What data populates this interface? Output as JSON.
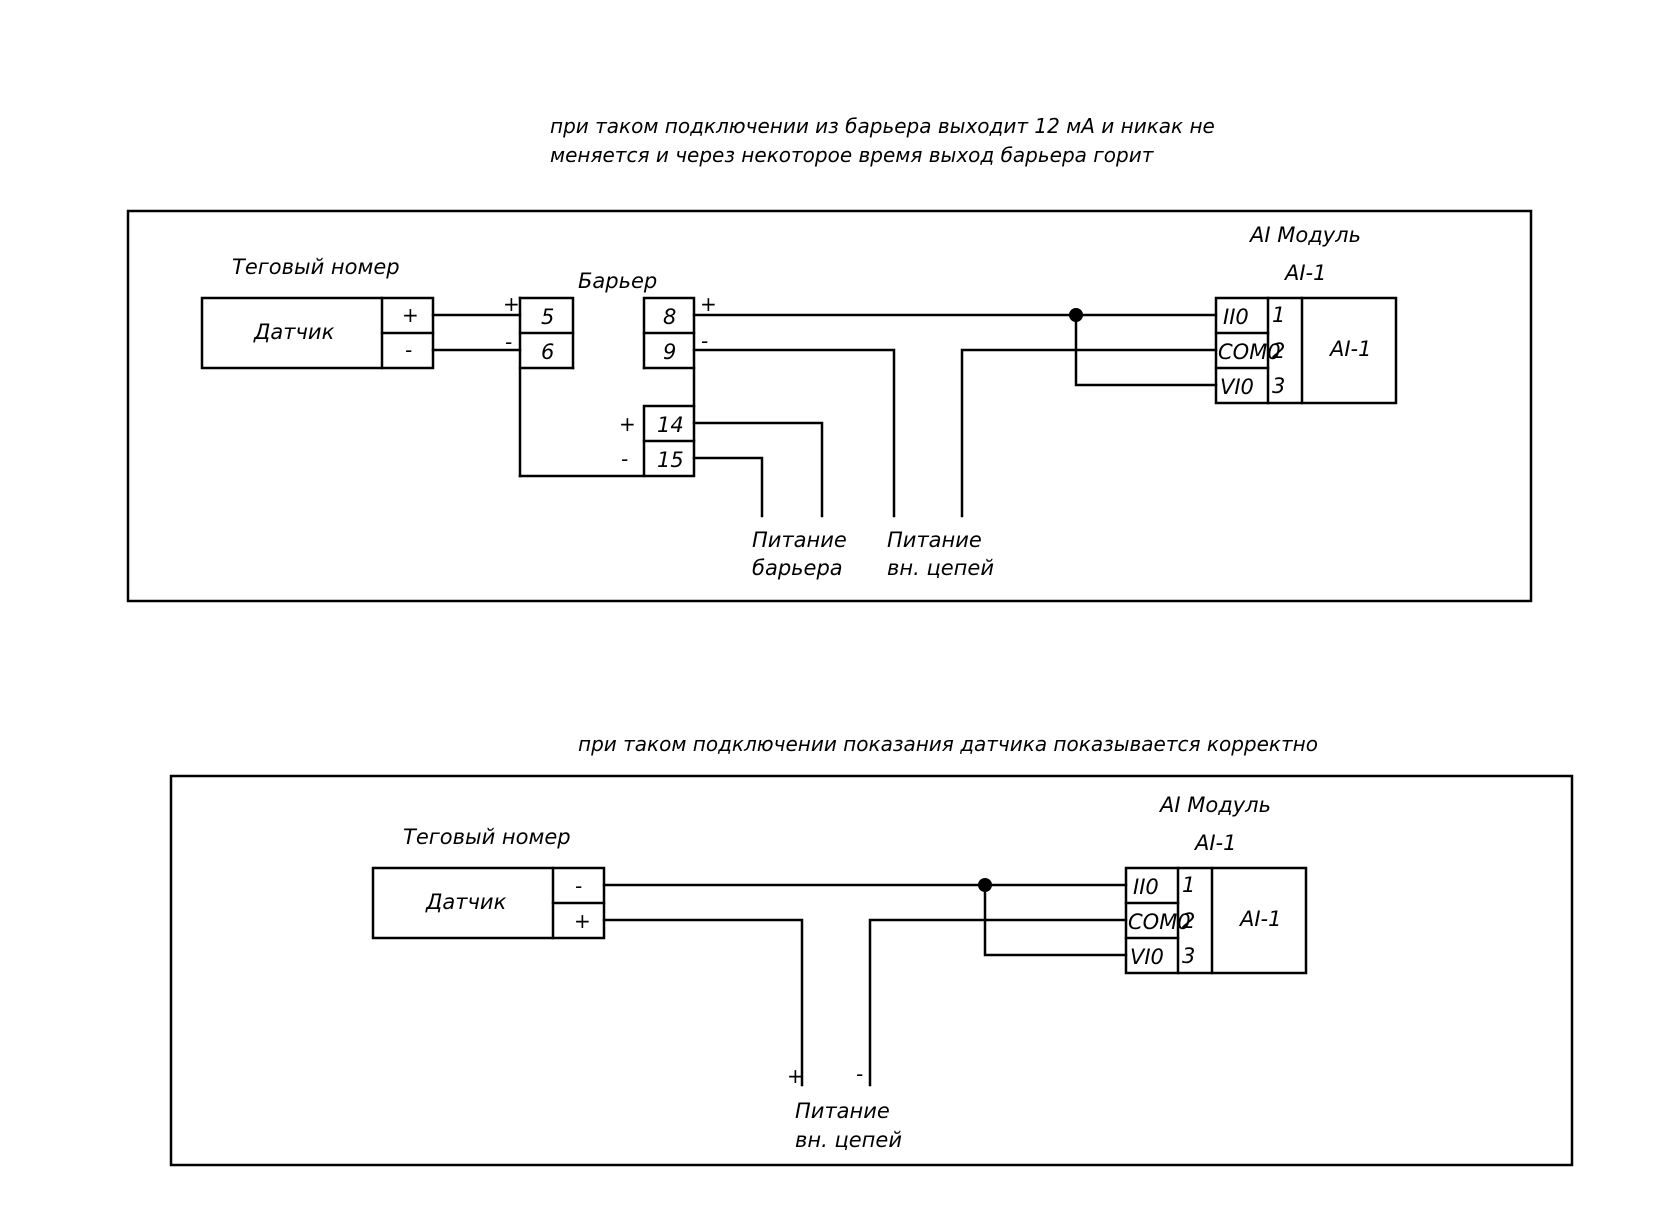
{
  "top": {
    "note_line1": "при таком подключении из барьера выходит  12  мА и никак не",
    "note_line2": "меняется и через некоторое время выход барьера горит",
    "tag_label": "Теговый номер",
    "sensor_label": "Датчик",
    "sensor_plus": "+",
    "sensor_minus": "-",
    "barrier_label": "Барьер",
    "barrier_pins": {
      "p5": "5",
      "p6": "6",
      "p8": "8",
      "p9": "9",
      "p14": "14",
      "p15": "15"
    },
    "signs": {
      "in_plus": "+",
      "in_minus": "-",
      "out_plus": "+",
      "out_minus": "-",
      "pwr_plus": "+",
      "pwr_minus": "-"
    },
    "module_title_1": "AI Модуль",
    "module_title_2": "AI-1",
    "module_pins": [
      {
        "name": "II0",
        "num": "1"
      },
      {
        "name": "COM0",
        "num": "2"
      },
      {
        "name": "VI0",
        "num": "3"
      }
    ],
    "module_body": "AI-1",
    "barrier_power_1": "Питание",
    "barrier_power_2": "барьера",
    "ext_power_1": "Питание",
    "ext_power_2": "вн. цепей"
  },
  "bottom": {
    "note": "при таком подключении показания датчика показывается корректно",
    "tag_label": "Теговый номер",
    "sensor_label": "Датчик",
    "sensor_minus": "-",
    "sensor_plus": "+",
    "module_title_1": "AI Модуль",
    "module_title_2": "AI-1",
    "module_pins": [
      {
        "name": "II0",
        "num": "1"
      },
      {
        "name": "COM0",
        "num": "2"
      },
      {
        "name": "VI0",
        "num": "3"
      }
    ],
    "module_body": "AI-1",
    "pwr_plus": "+",
    "pwr_minus": "-",
    "ext_power_1": "Питание",
    "ext_power_2": "вн. цепей"
  }
}
